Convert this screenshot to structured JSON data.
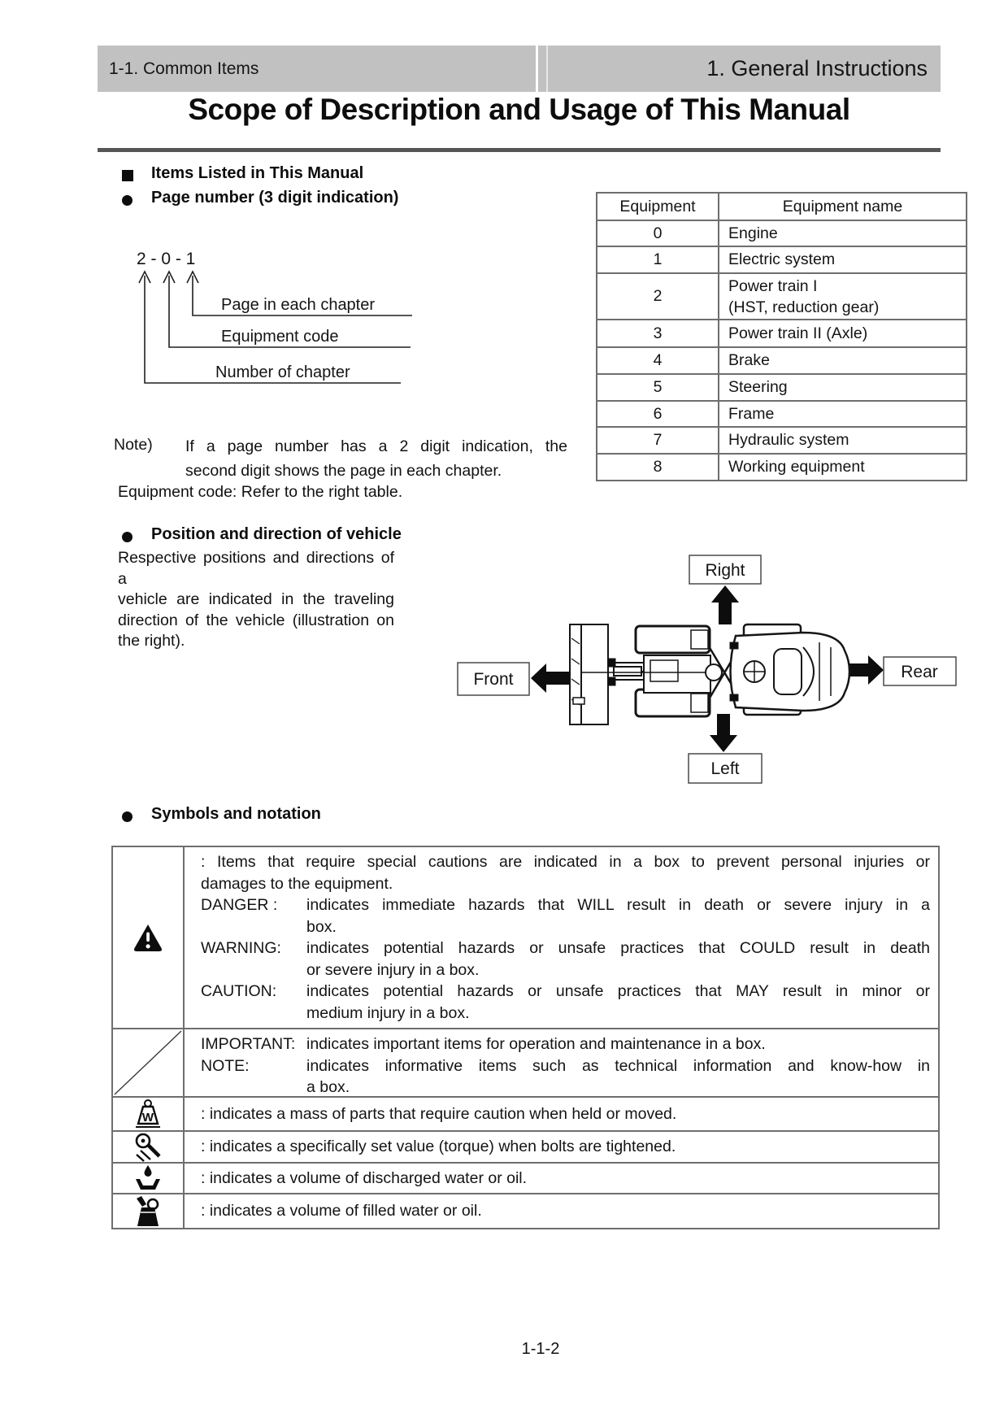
{
  "page": {
    "header_left": "1-1. Common Items",
    "header_right": "1. General Instructions",
    "title": "Scope of Description and Usage of This Manual",
    "footer": "1-1-2"
  },
  "colors": {
    "header_bar": "#c1c1c1",
    "title_rule": "#565656",
    "table_border": "#6e6e6e",
    "text": "#141414"
  },
  "headings": {
    "items": "Items Listed in This Manual",
    "page_number": "Page number (3 digit indication)",
    "position": "Position and direction of vehicle",
    "symbols": "Symbols and notation"
  },
  "page_number_diagram": {
    "code": "2 - 0 - 1",
    "labels": [
      "Page in each chapter",
      "Equipment code",
      "Number of chapter"
    ]
  },
  "note": {
    "label": "Note)",
    "lines": [
      "If a page number has a 2 digit indication, the",
      "second digit shows the page in each chapter."
    ],
    "refer": "Equipment code: Refer to the right table."
  },
  "position_text": {
    "lines": [
      "Respective positions and directions of a",
      "vehicle are indicated in the traveling",
      "direction of the vehicle (illustration on",
      "the right)."
    ]
  },
  "equipment_table": {
    "headers": [
      "Equipment",
      "Equipment name"
    ],
    "rows": [
      {
        "code": "0",
        "name": "Engine"
      },
      {
        "code": "1",
        "name": "Electric system"
      },
      {
        "code": "2",
        "name": "Power train I",
        "name2": "(HST, reduction gear)"
      },
      {
        "code": "3",
        "name": "Power train II (Axle)"
      },
      {
        "code": "4",
        "name": "Brake"
      },
      {
        "code": "5",
        "name": "Steering"
      },
      {
        "code": "6",
        "name": "Frame"
      },
      {
        "code": "7",
        "name": "Hydraulic system"
      },
      {
        "code": "8",
        "name": "Working equipment"
      }
    ]
  },
  "vehicle_diagram": {
    "right": "Right",
    "front": "Front",
    "rear": "Rear",
    "left": "Left"
  },
  "symbols_table": {
    "rows": [
      {
        "icon": "warning-triangle-icon",
        "intro_lines": [
          ": Items that require special cautions are indicated in a box to prevent personal injuries or",
          "damages to the equipment."
        ],
        "entries": [
          {
            "label": "DANGER :",
            "lines": [
              "indicates immediate hazards that WILL result in death or severe injury in a",
              "box."
            ]
          },
          {
            "label": "WARNING:",
            "lines": [
              "indicates potential hazards or unsafe practices that COULD result in death",
              "or severe injury in a box."
            ]
          },
          {
            "label": "CAUTION:",
            "lines": [
              "indicates potential hazards or unsafe practices that MAY result in minor or",
              "medium injury in a box."
            ]
          }
        ]
      },
      {
        "icon": "diagonal-slash-icon",
        "entries": [
          {
            "label": "IMPORTANT:",
            "lines": [
              "indicates important items for operation and maintenance in a box."
            ]
          },
          {
            "label": "NOTE:",
            "lines": [
              "indicates informative items such as technical information and know-how in",
              "a box."
            ]
          }
        ]
      },
      {
        "icon": "mass-symbol-icon",
        "text": ": indicates a mass of parts that require caution when held or moved."
      },
      {
        "icon": "torque-symbol-icon",
        "text": ": indicates a specifically set value (torque) when bolts are tightened."
      },
      {
        "icon": "discharge-symbol-icon",
        "text": ": indicates a volume of discharged water or oil."
      },
      {
        "icon": "fill-symbol-icon",
        "text": ": indicates a volume of filled water or oil."
      }
    ]
  }
}
